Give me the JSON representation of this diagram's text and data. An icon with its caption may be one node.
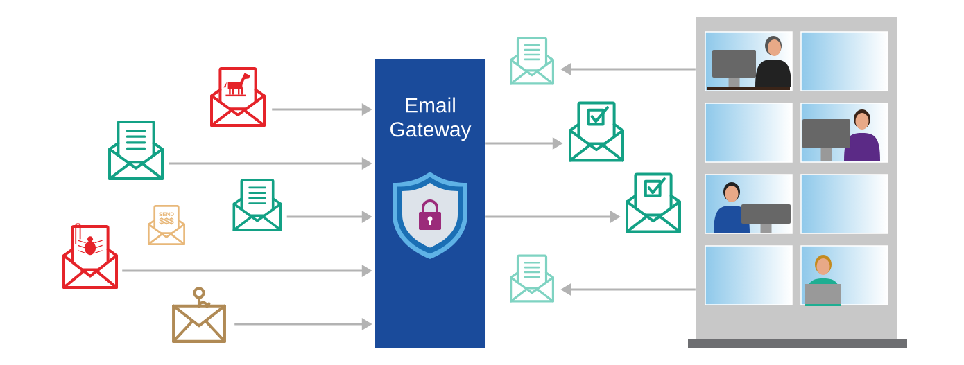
{
  "diagram": {
    "nodes": [
      {
        "text": [
          "Email Gateway"
        ]
      },
      {
        "text": [],
        "shape": "picture"
      },
      {
        "text": [],
        "shape": "picture"
      },
      {
        "text": [],
        "shape": "picture"
      },
      {
        "text": [
          "SEND",
          "$$$"
        ]
      },
      {
        "text": [],
        "shape": "picture"
      },
      {
        "text": [],
        "shape": "picture"
      },
      {
        "text": [],
        "shape": "picture"
      },
      {
        "text": [],
        "shape": "picture"
      },
      {
        "text": [],
        "shape": "picture"
      },
      {
        "text": [],
        "shape": "picture"
      },
      {
        "text": [],
        "shape": "picture"
      }
    ],
    "edges": [
      {
        "from": 1,
        "to": 0,
        "arrow": "to"
      },
      {
        "from": 2,
        "to": 0,
        "arrow": "to"
      },
      {
        "from": 3,
        "to": 0,
        "arrow": "to"
      },
      {
        "from": 5,
        "to": 0,
        "arrow": "to"
      },
      {
        "from": 6,
        "to": 0,
        "arrow": "to"
      },
      {
        "from": 0,
        "to": 8,
        "arrow": "to"
      },
      {
        "from": 0,
        "to": 9,
        "arrow": "to"
      },
      {
        "from": 11,
        "to": 7,
        "arrow": "to"
      },
      {
        "from": 11,
        "to": 10,
        "arrow": "to"
      }
    ]
  }
}
